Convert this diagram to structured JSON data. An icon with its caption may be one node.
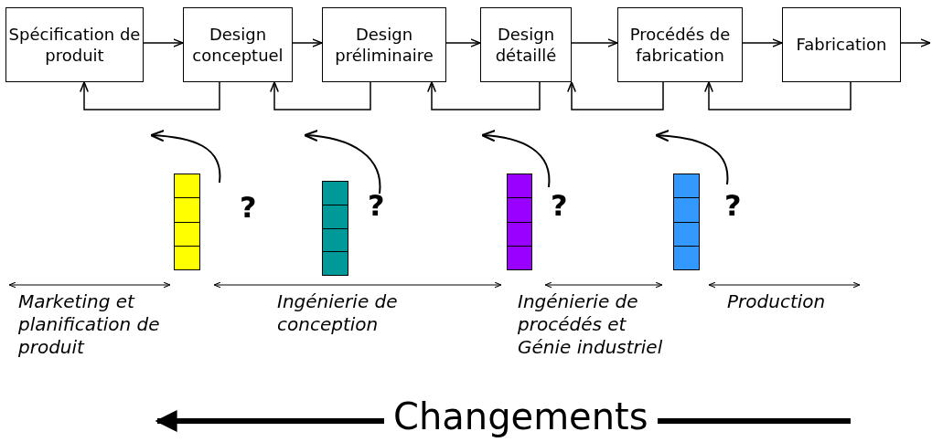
{
  "diagram": {
    "nodes": [
      {
        "text": [
          "Spécification de produit"
        ]
      },
      {
        "text": [
          "Design conceptuel"
        ]
      },
      {
        "text": [
          "Design préliminaire"
        ]
      },
      {
        "text": [
          "Design détaillé"
        ]
      },
      {
        "text": [
          "Procédés de fabrication"
        ]
      },
      {
        "text": [
          "Fabrication"
        ]
      },
      {
        "text": [],
        "shape": "bar"
      },
      {
        "text": [],
        "shape": "bar"
      },
      {
        "text": [],
        "shape": "bar"
      },
      {
        "text": [],
        "shape": "bar"
      }
    ],
    "edges": [
      {
        "from": 0,
        "to": 1,
        "arrow": "to"
      },
      {
        "from": 1,
        "to": 2,
        "arrow": "to"
      },
      {
        "from": 2,
        "to": 3,
        "arrow": "to"
      },
      {
        "from": 3,
        "to": 4,
        "arrow": "to"
      },
      {
        "from": 4,
        "to": 5,
        "arrow": "to"
      },
      {
        "from": 5,
        "to": null,
        "arrow": "to"
      },
      {
        "from": 1,
        "to": 0,
        "arrow": "to"
      },
      {
        "from": 2,
        "to": 1,
        "arrow": "to"
      },
      {
        "from": 3,
        "to": 2,
        "arrow": "to"
      },
      {
        "from": 4,
        "to": 3,
        "arrow": "to"
      },
      {
        "from": 5,
        "to": 4,
        "arrow": "to"
      }
    ],
    "labels": [
      "?",
      "?",
      "?",
      "?",
      "Marketing et planification de produit",
      "Ingénierie de conception",
      "Ingénierie de procédés et Génie industriel",
      "Production",
      "Changements"
    ]
  }
}
